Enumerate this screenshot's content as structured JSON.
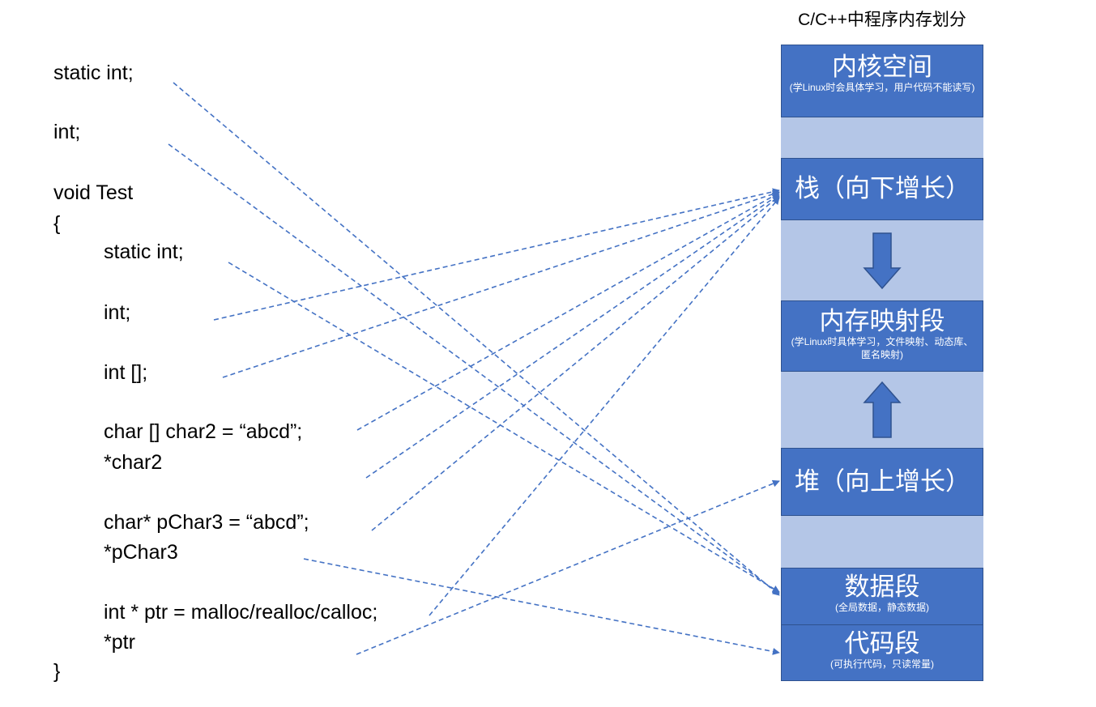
{
  "title": "C/C++中程序内存划分",
  "code_lines": {
    "l1": "static int;",
    "l2": "int;",
    "l3": "void Test",
    "l4": "{",
    "l5": "static int;",
    "l6": "int;",
    "l7": "int [];",
    "l8": "char [] char2 = “abcd”;",
    "l9": "*char2",
    "l10": "char* pChar3 = “abcd”;",
    "l11": "*pChar3",
    "l12": "int * ptr = malloc/realloc/calloc;",
    "l13": "*ptr",
    "l14": "}"
  },
  "segments": {
    "kernel": {
      "name": "内核空间",
      "note": "(学Linux时会具体学习，用户代码不能读写)"
    },
    "stack": {
      "name": "栈（向下增长）"
    },
    "mmap": {
      "name": "内存映射段",
      "note": "(学Linux时具体学习，文件映射、动态库、匿名映射)"
    },
    "heap": {
      "name": "堆（向上增长）"
    },
    "data": {
      "name": "数据段",
      "note": "(全局数据，静态数据)"
    },
    "code": {
      "name": "代码段",
      "note": "(可执行代码，只读常量)"
    }
  },
  "colors": {
    "segment_fill": "#4472c4",
    "column_fill": "#b4c6e7",
    "arrow": "#4472c4"
  }
}
